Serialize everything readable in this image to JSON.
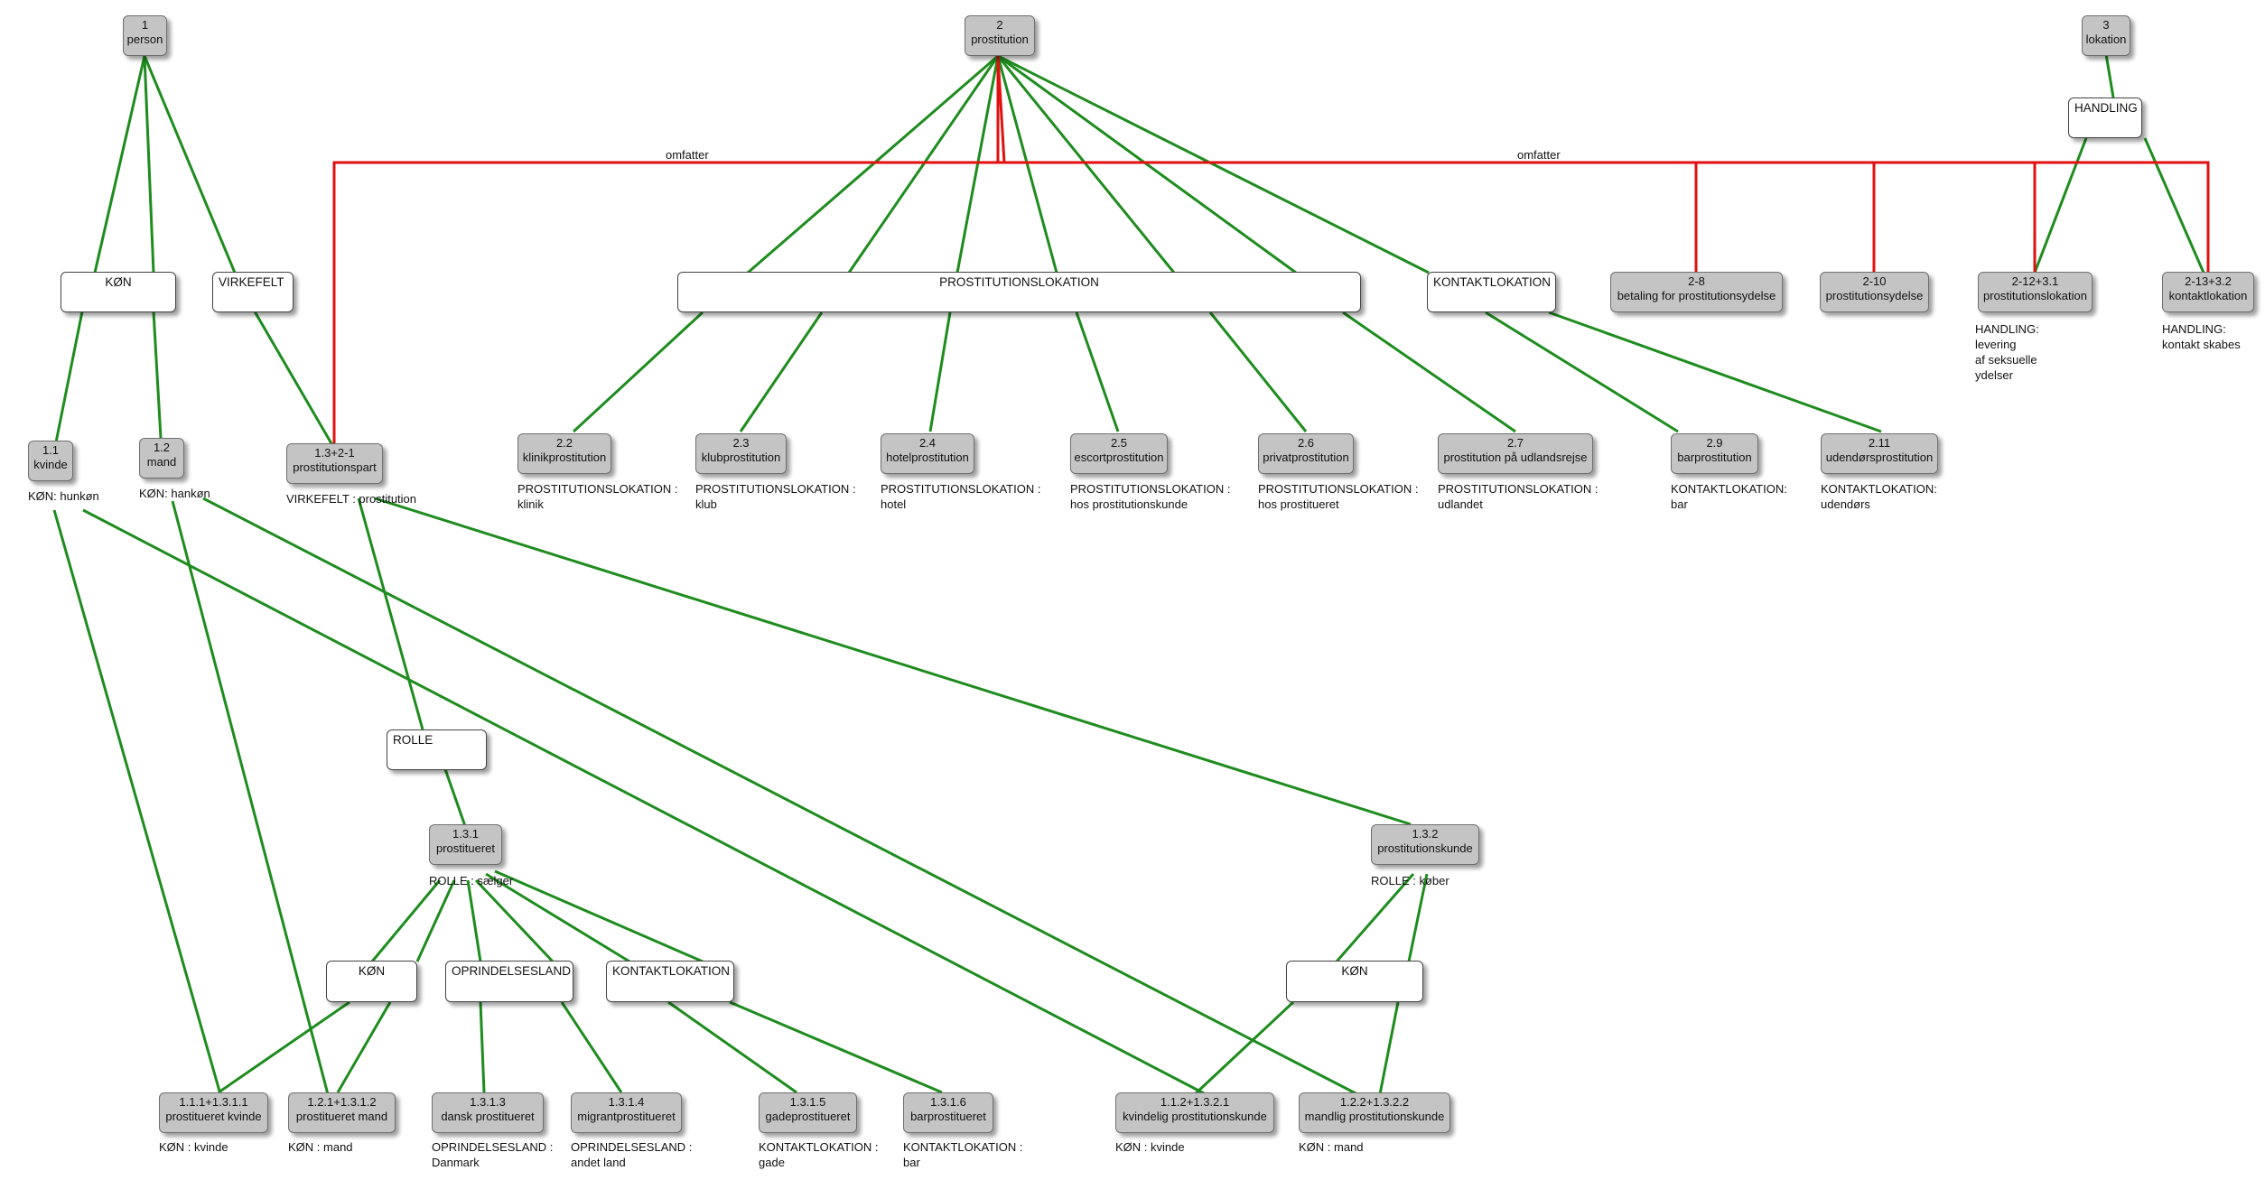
{
  "colors": {
    "hierarchy": "#1e8c1e",
    "relation": "#e01010",
    "concept_fill": "#c4c4c4",
    "facet_fill": "#ffffff"
  },
  "concepts": {
    "c1": [
      "1",
      "person"
    ],
    "c2": [
      "2",
      "prostitution"
    ],
    "c3": [
      "3",
      "lokation"
    ],
    "c1_1": [
      "1.1",
      "kvinde"
    ],
    "c1_2": [
      "1.2",
      "mand"
    ],
    "c1_3_2_1": [
      "1.3+2-1",
      "prostitutionspart"
    ],
    "c2_2": [
      "2.2",
      "klinikprostitution"
    ],
    "c2_3": [
      "2.3",
      "klubprostitution"
    ],
    "c2_4": [
      "2.4",
      "hotelprostitution"
    ],
    "c2_5": [
      "2.5",
      "escortprostitution"
    ],
    "c2_6": [
      "2.6",
      "privatprostitution"
    ],
    "c2_7": [
      "2.7",
      "prostitution på udlandsrejse"
    ],
    "c2_9": [
      "2.9",
      "barprostitution"
    ],
    "c2_11": [
      "2.11",
      "udendørsprostitution"
    ],
    "c2_8": [
      "2-8",
      "betaling for prostitutionsydelse"
    ],
    "c2_10": [
      "2-10",
      "prostitutionsydelse"
    ],
    "c2_12": [
      "2-12+3.1",
      "prostitutionslokation"
    ],
    "c2_13": [
      "2-13+3.2",
      "kontaktlokation"
    ],
    "c1_3_1": [
      "1.3.1",
      "prostitueret"
    ],
    "c1_3_2": [
      "1.3.2",
      "prostitutionskunde"
    ],
    "c1_1_1": [
      "1.1.1+1.3.1.1",
      "prostitueret kvinde"
    ],
    "c1_2_1": [
      "1.2.1+1.3.1.2",
      "prostitueret mand"
    ],
    "c1_3_1_3": [
      "1.3.1.3",
      "dansk prostitueret"
    ],
    "c1_3_1_4": [
      "1.3.1.4",
      "migrantprostitueret"
    ],
    "c1_3_1_5": [
      "1.3.1.5",
      "gadeprostitueret"
    ],
    "c1_3_1_6": [
      "1.3.1.6",
      "barprostitueret"
    ],
    "c1_1_2": [
      "1.1.2+1.3.2.1",
      "kvindelig prostitutionskunde"
    ],
    "c1_2_2": [
      "1.2.2+1.3.2.2",
      "mandlig prostitutionskunde"
    ]
  },
  "facets": {
    "f_kon1": "KØN",
    "f_virke": "VIRKEFELT",
    "f_prostlok": "PROSTITUTIONSLOKATION",
    "f_kontakt1": "KONTAKTLOKATION",
    "f_handling": "HANDLING",
    "f_rolle": "ROLLE",
    "f_kon2": "KØN",
    "f_oprind": "OPRINDELSESLAND",
    "f_kontakt2": "KONTAKTLOKATION",
    "f_kon3": "KØN"
  },
  "notes": {
    "n1_1": [
      "KØN: hunkøn"
    ],
    "n1_2": [
      "KØN: hankøn"
    ],
    "n1_3_2_1": [
      "VIRKEFELT : prostitution"
    ],
    "n2_2": [
      "PROSTITUTIONSLOKATION :",
      "klinik"
    ],
    "n2_3": [
      "PROSTITUTIONSLOKATION :",
      "klub"
    ],
    "n2_4": [
      "PROSTITUTIONSLOKATION :",
      "hotel"
    ],
    "n2_5": [
      "PROSTITUTIONSLOKATION :",
      "hos prostitutionskunde"
    ],
    "n2_6": [
      "PROSTITUTIONSLOKATION :",
      "hos prostitueret"
    ],
    "n2_7": [
      "PROSTITUTIONSLOKATION :",
      "udlandet"
    ],
    "n2_9": [
      "KONTAKTLOKATION:",
      "bar"
    ],
    "n2_11": [
      "KONTAKTLOKATION:",
      "udendørs"
    ],
    "n2_12": [
      "HANDLING:",
      "levering",
      "af seksuelle",
      "ydelser"
    ],
    "n2_13": [
      "HANDLING:",
      "kontakt skabes"
    ],
    "n1_3_1": [
      "ROLLE : sælger"
    ],
    "n1_3_2": [
      "ROLLE : køber"
    ],
    "n1_1_1": [
      "KØN : kvinde"
    ],
    "n1_2_1": [
      "KØN : mand"
    ],
    "n1_3_1_3": [
      "OPRINDELSESLAND :",
      "Danmark"
    ],
    "n1_3_1_4": [
      "OPRINDELSESLAND :",
      "andet land"
    ],
    "n1_3_1_5": [
      "KONTAKTLOKATION :",
      "gade"
    ],
    "n1_3_1_6": [
      "KONTAKTLOKATION :",
      "bar"
    ],
    "n1_1_2": [
      "KØN : kvinde"
    ],
    "n1_2_2": [
      "KØN : mand"
    ]
  },
  "edge_labels": {
    "omfatter_left": "omfatter",
    "omfatter_right": "omfatter"
  }
}
